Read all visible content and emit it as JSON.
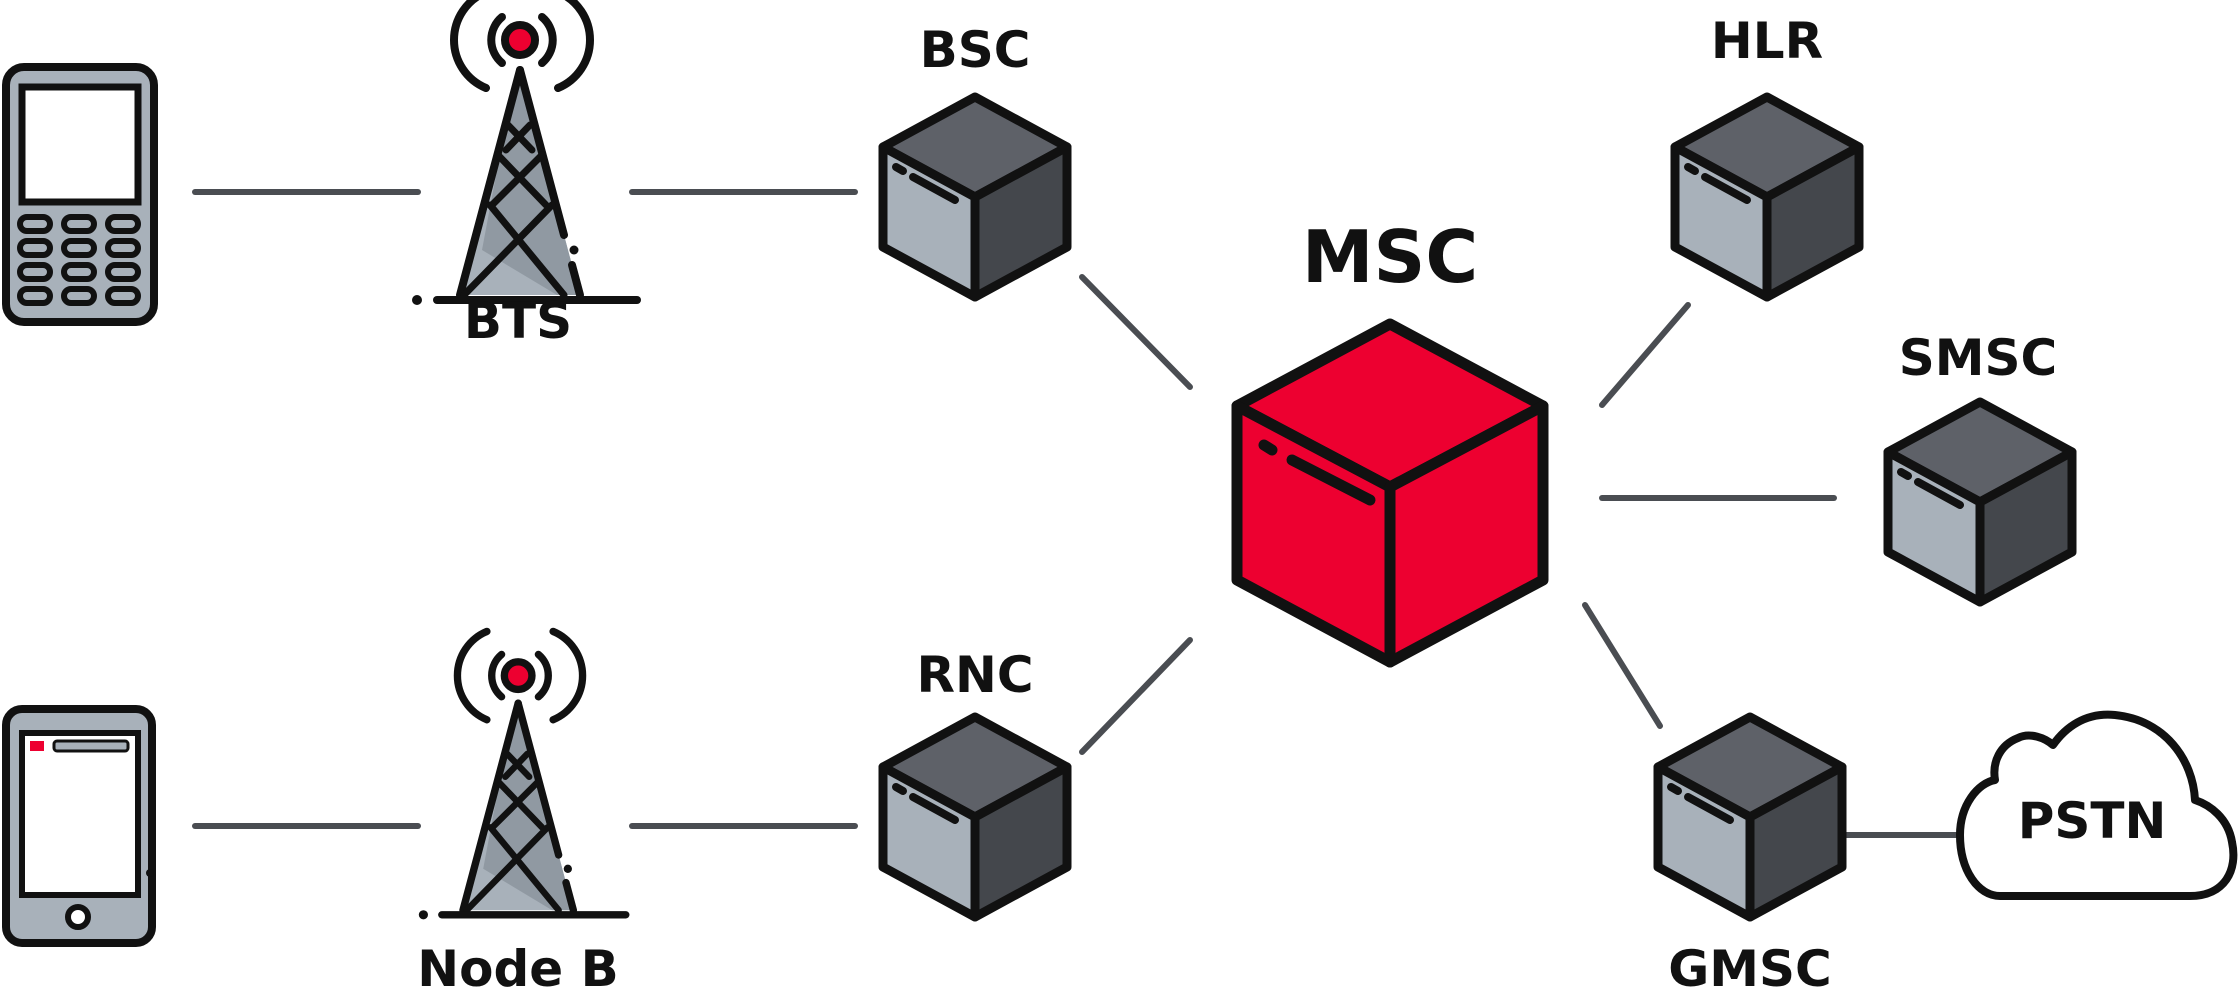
{
  "labels": {
    "bts": "BTS",
    "node_b": "Node B",
    "bsc": "BSC",
    "rnc": "RNC",
    "msc": "MSC",
    "hlr": "HLR",
    "smsc": "SMSC",
    "gmsc": "GMSC",
    "pstn": "PSTN"
  },
  "colors": {
    "accent": "#ED0030",
    "cube_top": "#5E6168",
    "cube_front": "#A8B1BA",
    "cube_side": "#44474C",
    "outline": "#111111",
    "link": "#4A4D52"
  },
  "icons": {
    "feature_phone": "feature-phone-icon",
    "smartphone": "smartphone-icon",
    "radio_tower": "radio-tower-icon",
    "server": "server-cube-icon",
    "cloud": "cloud-icon"
  }
}
